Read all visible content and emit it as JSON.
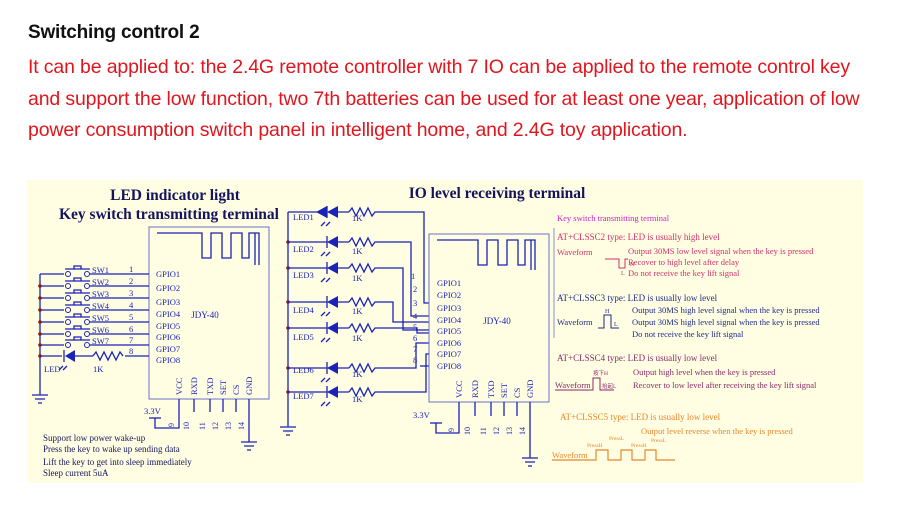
{
  "header": {
    "title": "Switching control 2",
    "description": "It can be applied to: the 2.4G remote controller with 7 IO can be applied to the remote control key and support the low function, two 7th batteries can be used for at least one year, application of low power consumption switch panel in intelligent home, and 2.4G toy application."
  },
  "transmitter": {
    "heading1": "LED indicator light",
    "heading2": "Key switch transmitting terminal",
    "module_name": "JDY-40",
    "switches": [
      "SW1",
      "SW2",
      "SW3",
      "SW4",
      "SW5",
      "SW6",
      "SW7"
    ],
    "pin_numbers": [
      "1",
      "2",
      "3",
      "4",
      "5",
      "6",
      "7",
      "8"
    ],
    "gpio_labels": [
      "GPIO1",
      "GPIO2",
      "GPIO3",
      "GPIO4",
      "GPIO5",
      "GPIO6",
      "GPIO7",
      "GPIO8"
    ],
    "led_label": "LED",
    "resistor_label": "1K",
    "bottom_pins": [
      "VCC",
      "RXD",
      "TXD",
      "SET",
      "CS",
      "GND"
    ],
    "bottom_pin_numbers": [
      "9",
      "10",
      "11",
      "12",
      "13",
      "14"
    ],
    "supply_label": "3.3V",
    "notes": [
      "Support low power wake-up",
      "Press the key to wake up sending data",
      "Lift the key to get into sleep immediately",
      "Sleep current 5uA"
    ]
  },
  "receiver": {
    "heading": "IO level receiving terminal",
    "module_name": "JDY-40",
    "leds": [
      "LED1",
      "LED2",
      "LED3",
      "LED4",
      "LED5",
      "LED6",
      "LED7"
    ],
    "resistor_label": "1K",
    "pin_numbers": [
      "1",
      "2",
      "3",
      "4",
      "5",
      "6",
      "7",
      "8"
    ],
    "gpio_labels": [
      "GPIO1",
      "GPIO2",
      "GPIO3",
      "GPIO4",
      "GPIO5",
      "GPIO6",
      "GPIO7",
      "GPIO8"
    ],
    "bottom_pins": [
      "VCC",
      "RXD",
      "TXD",
      "SET",
      "CS",
      "GND"
    ],
    "bottom_pin_numbers": [
      "9",
      "10",
      "11",
      "12",
      "13",
      "14"
    ],
    "supply_label": "3.3V"
  },
  "modes": {
    "section_title": "Key switch transmitting terminal",
    "waveform_label": "Waveform",
    "clssc2": {
      "title": "AT+CLSSC2 type: LED is usually high level",
      "lines": [
        "Output 30MS low level signal when the key is pressed",
        "Recover to high level after delay",
        "Do not receive the key lift signal"
      ],
      "h_label": "H",
      "l_label": "L"
    },
    "clssc3": {
      "title": "AT+CLSSC3 type: LED is usually low level",
      "lines": [
        "Output 30MS high level signal when the key is pressed",
        "Output 30MS high level signal when the key is pressed",
        "Do not receive the key lift signal"
      ],
      "h_label": "H",
      "l_label": "L"
    },
    "clssc4": {
      "title": "AT+CLSSC4 type: LED is usually low level",
      "lines": [
        "Output high level when the key is pressed",
        "Recover to low level after receiving the key lift signal"
      ],
      "h_label": "按下H",
      "l_label": "抬起L"
    },
    "clssc5": {
      "title": "AT+CLSSC5 type: LED is usually low level",
      "lines": [
        "Output level reverse when the key is pressed"
      ],
      "pulse_labels": [
        "PressH",
        "PressL",
        "PressH",
        "PressL"
      ]
    }
  },
  "colors": {
    "title": "#111111",
    "description": "#e0161e",
    "diagram_bg": "#fffee3",
    "schematic": "#1a22b8",
    "clssc2": "#d0306a",
    "clssc3": "#1d2a8a",
    "clssc4": "#8a2a6a",
    "clssc5": "#e8862a",
    "section_title": "#cc22cc"
  }
}
